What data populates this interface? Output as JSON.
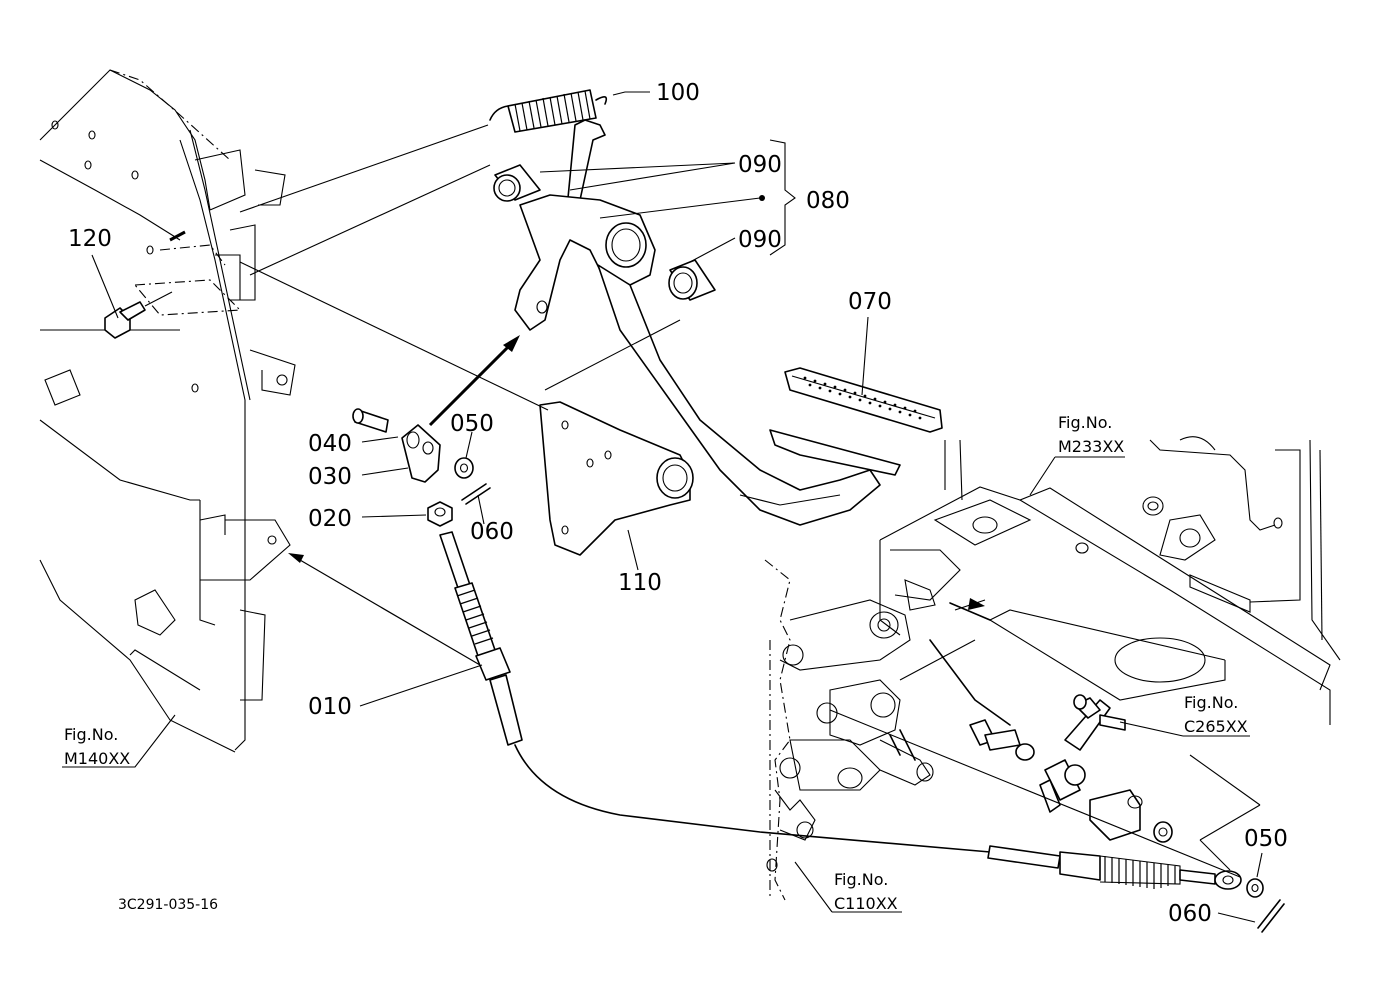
{
  "diagram": {
    "drawing_code": "3C291-035-16",
    "part_labels": {
      "p100": "100",
      "p090a": "090",
      "p080": "080",
      "p090b": "090",
      "p120": "120",
      "p070": "070",
      "p040": "040",
      "p050a": "050",
      "p030": "030",
      "p020": "020",
      "p060a": "060",
      "p110": "110",
      "p010": "010",
      "p050b": "050",
      "p060b": "060"
    },
    "figure_refs": {
      "m233_title": "Fig.No.",
      "m233_code": "M233XX",
      "c265_title": "Fig.No.",
      "c265_code": "C265XX",
      "m140_title": "Fig.No.",
      "m140_code": "M140XX",
      "c110_title": "Fig.No.",
      "c110_code": "C110XX"
    }
  }
}
